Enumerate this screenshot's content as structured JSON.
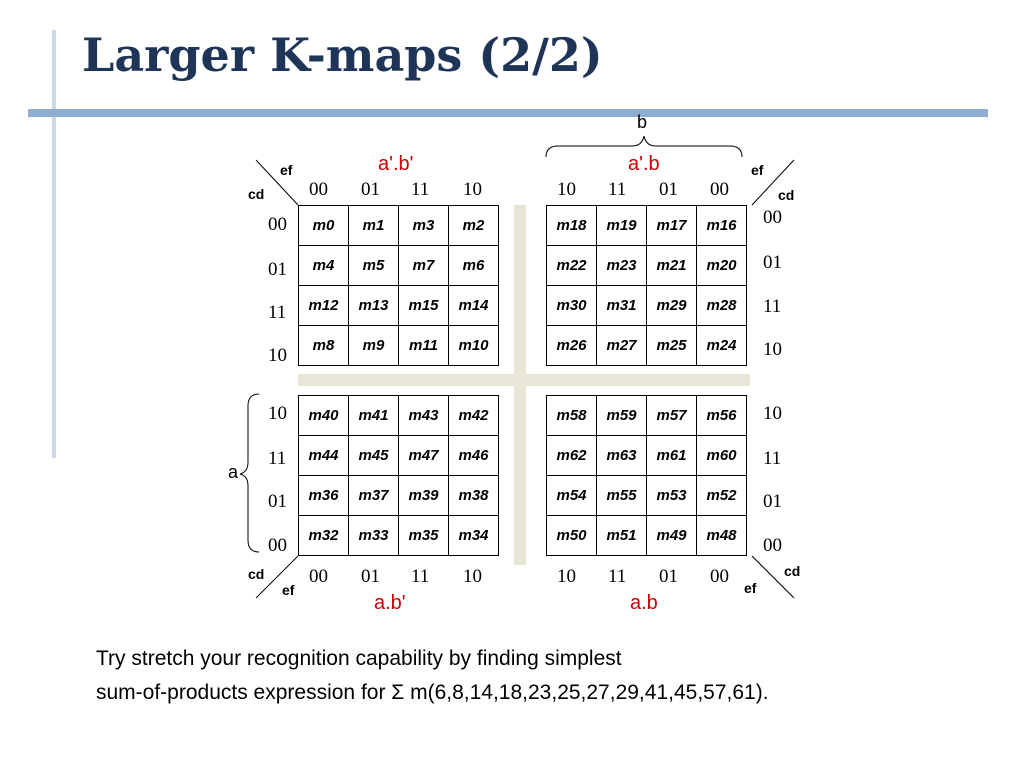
{
  "title": "Larger K-maps (2/2)",
  "labels": {
    "b": "b",
    "a": "a",
    "ef": "ef",
    "cd": "cd",
    "tl_group": "a'.b'",
    "tr_group": "a'.b",
    "bl_group": "a.b'",
    "br_group": "a.b"
  },
  "col_codes": {
    "left": [
      "00",
      "01",
      "11",
      "10"
    ],
    "right": [
      "10",
      "11",
      "01",
      "00"
    ]
  },
  "row_codes": {
    "top": [
      "00",
      "01",
      "11",
      "10"
    ],
    "bottom": [
      "10",
      "11",
      "01",
      "00"
    ]
  },
  "kmaps": {
    "tl": [
      [
        "m0",
        "m1",
        "m3",
        "m2"
      ],
      [
        "m4",
        "m5",
        "m7",
        "m6"
      ],
      [
        "m12",
        "m13",
        "m15",
        "m14"
      ],
      [
        "m8",
        "m9",
        "m11",
        "m10"
      ]
    ],
    "tr": [
      [
        "m18",
        "m19",
        "m17",
        "m16"
      ],
      [
        "m22",
        "m23",
        "m21",
        "m20"
      ],
      [
        "m30",
        "m31",
        "m29",
        "m28"
      ],
      [
        "m26",
        "m27",
        "m25",
        "m24"
      ]
    ],
    "bl": [
      [
        "m40",
        "m41",
        "m43",
        "m42"
      ],
      [
        "m44",
        "m45",
        "m47",
        "m46"
      ],
      [
        "m36",
        "m37",
        "m39",
        "m38"
      ],
      [
        "m32",
        "m33",
        "m35",
        "m34"
      ]
    ],
    "br": [
      [
        "m58",
        "m59",
        "m57",
        "m56"
      ],
      [
        "m62",
        "m63",
        "m61",
        "m60"
      ],
      [
        "m54",
        "m55",
        "m53",
        "m52"
      ],
      [
        "m50",
        "m51",
        "m49",
        "m48"
      ]
    ]
  },
  "body": {
    "line1": "Try stretch your recognition capability by finding simplest",
    "line2": "sum-of-products expression for Σ m(6,8,14,18,23,25,27,29,41,45,57,61)."
  },
  "colors": {
    "title": "#1f3558",
    "accent_bar": "#8fadd1",
    "group_label": "#cc0000",
    "separator": "#e8e6d6"
  }
}
